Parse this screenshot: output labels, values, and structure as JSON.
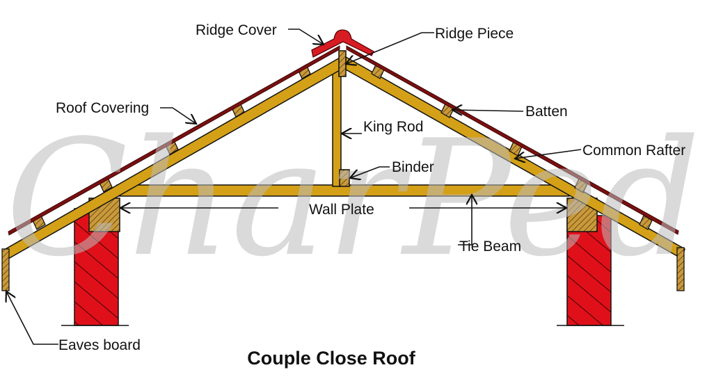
{
  "title": "Couple Close Roof",
  "watermark": "CharPedia",
  "labels": {
    "ridge_cover": "Ridge Cover",
    "ridge_piece": "Ridge Piece",
    "roof_covering": "Roof Covering",
    "batten": "Batten",
    "king_rod": "King Rod",
    "common_rafter": "Common Rafter",
    "binder": "Binder",
    "wall_plate": "Wall Plate",
    "tie_beam": "Tie Beam",
    "eaves_board": "Eaves board"
  },
  "colors": {
    "timber": "#d4a017",
    "wall": "#e0101a",
    "roof_covering": "#7a1010",
    "ridge_cover": "#d81c24",
    "hatch_wood": "#b8862a"
  }
}
